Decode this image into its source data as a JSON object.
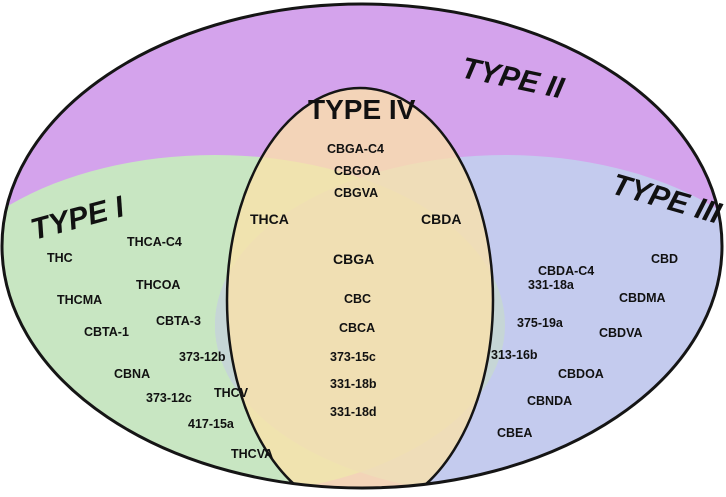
{
  "diagram": {
    "colors": {
      "type1": "#c8e6c2",
      "type2": "#d4a3ec",
      "type3": "#c4cbee",
      "type4": "#fbe2a9",
      "outline": "#151515"
    },
    "type_labels": {
      "type1": "TYPE I",
      "type2": "TYPE II",
      "type3": "TYPE III",
      "type4": "TYPE IV"
    },
    "type4_top": [
      "CBGA-C4",
      "CBGOA",
      "CBGVA"
    ],
    "overlap_1_4": "THCA",
    "overlap_3_4": "CBDA",
    "center": "CBGA",
    "type4_bottom": [
      "CBC",
      "CBCA",
      "373-15c",
      "331-18b",
      "331-18d"
    ],
    "type1_items": [
      "THC",
      "THCA-C4",
      "THCOA",
      "THCMA",
      "CBTA-1",
      "CBTA-3",
      "373-12b",
      "CBNA",
      "373-12c",
      "THCV",
      "417-15a",
      "THCVA"
    ],
    "type3_items": [
      "CBDA-C4",
      "CBD",
      "331-18a",
      "CBDMA",
      "375-19a",
      "CBDVA",
      "313-16b",
      "CBDOA",
      "CBNDA",
      "CBEA"
    ]
  }
}
